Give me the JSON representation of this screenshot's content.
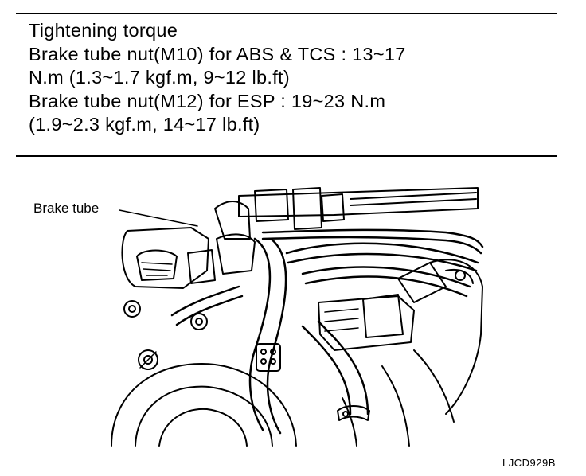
{
  "spec": {
    "lines": [
      "Tightening torque",
      "Brake tube nut(M10) for ABS  &  TCS : 13~17",
      "N.m (1.3~1.7 kgf.m, 9~12 lb.ft)",
      "Brake tube nut(M12) for ESP : 19~23 N.m",
      "(1.9~2.3 kgf.m, 14~17 lb.ft)"
    ]
  },
  "figure": {
    "callout": "Brake tube",
    "code": "LJCD929B"
  }
}
